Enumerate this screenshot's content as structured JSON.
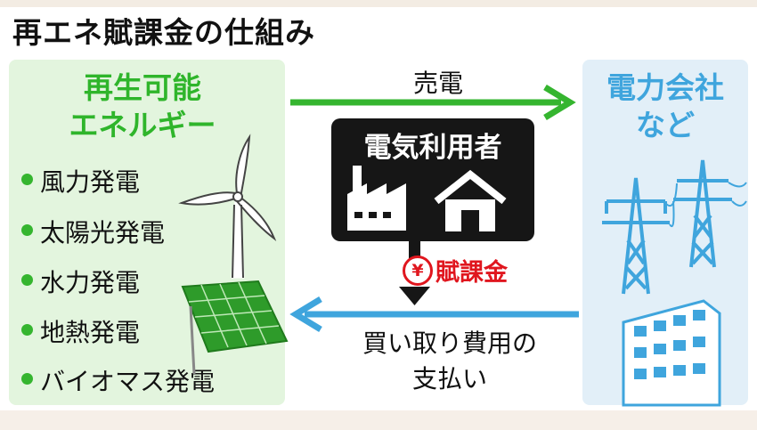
{
  "title": "再エネ賦課金の仕組み",
  "renewables": {
    "title_line1": "再生可能",
    "title_line2": "エネルギー",
    "items": [
      {
        "label": "風力発電"
      },
      {
        "label": "太陽光発電"
      },
      {
        "label": "水力発電"
      },
      {
        "label": "地熱発電"
      },
      {
        "label": "バイオマス発電"
      }
    ]
  },
  "power_company": {
    "title_line1": "電力会社",
    "title_line2": "など"
  },
  "flows": {
    "sell": "売電",
    "buy_line1": "買い取り費用の",
    "buy_line2": "支払い"
  },
  "users": {
    "label": "電気利用者"
  },
  "levy": {
    "symbol": "¥",
    "label": "賦課金"
  },
  "colors": {
    "green": "#35b52f",
    "blue": "#3fa5dd",
    "red": "#e0161e",
    "left_panel_bg": "#e3f5de",
    "right_panel_bg": "#e2eff8",
    "user_box_bg": "#161616"
  },
  "icons": [
    "wind-turbine-icon",
    "solar-panel-icon",
    "factory-icon",
    "house-icon",
    "power-tower-icon",
    "office-building-icon",
    "yen-icon"
  ]
}
